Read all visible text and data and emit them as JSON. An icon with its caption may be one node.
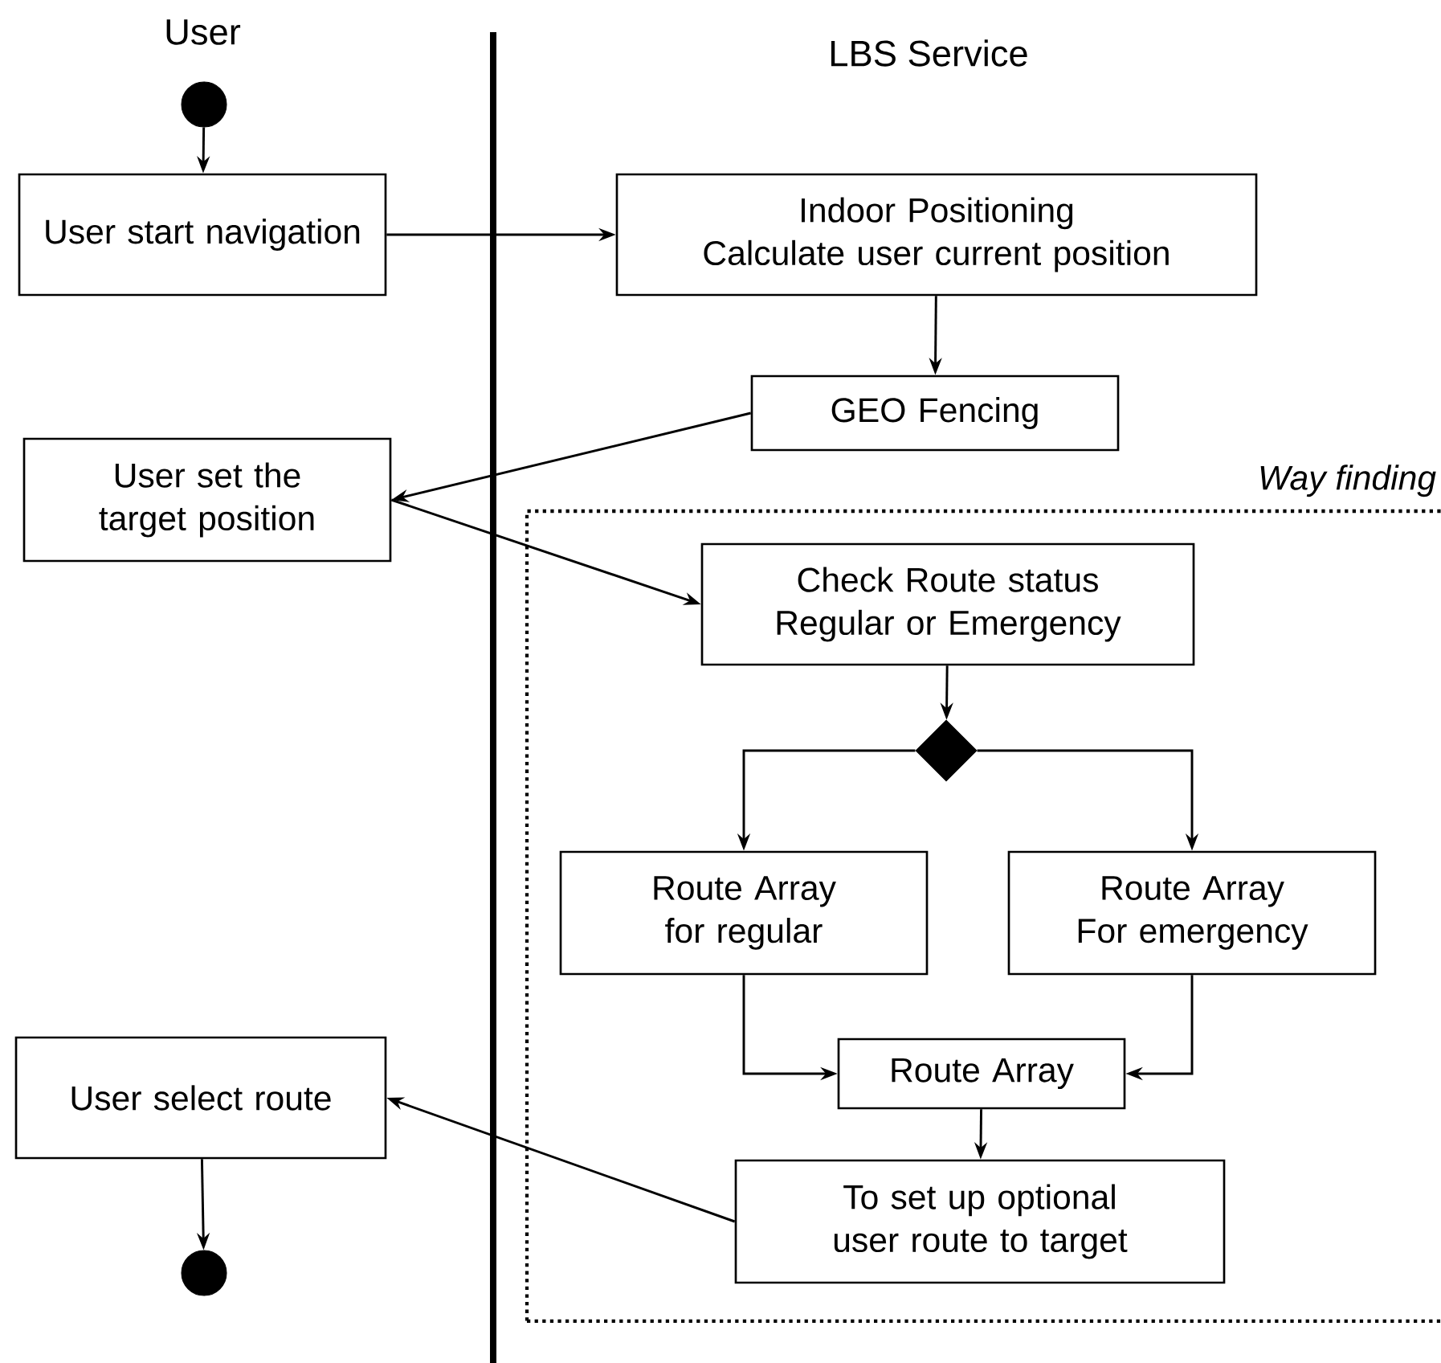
{
  "diagram": {
    "nodes": [
      {
        "text": [],
        "shape": "circle"
      },
      {
        "text": [
          "User start navigation"
        ]
      },
      {
        "text": [
          "Indoor Positioning",
          "Calculate user current position"
        ]
      },
      {
        "text": [
          "GEO Fencing"
        ]
      },
      {
        "text": [
          "User set the target position"
        ]
      },
      {
        "text": [
          "Way finding"
        ]
      },
      {
        "text": [
          "Check Route status",
          "Regular or Emergency"
        ],
        "in": 5
      },
      {
        "text": [],
        "shape": "diamond",
        "in": 5
      },
      {
        "text": [
          "Route Array for regular"
        ],
        "in": 5
      },
      {
        "text": [
          "Route Array For emergency"
        ],
        "in": 5
      },
      {
        "text": [
          "Route Array"
        ],
        "in": 5
      },
      {
        "text": [
          "To set up optional user route to target"
        ],
        "in": 5
      },
      {
        "text": [
          "User select route"
        ]
      },
      {
        "text": [],
        "shape": "circle"
      }
    ],
    "edges": [
      {
        "from": 0,
        "to": 1,
        "arrow": "to"
      },
      {
        "from": 1,
        "to": 2,
        "arrow": "to"
      },
      {
        "from": 2,
        "to": 3,
        "arrow": "to"
      },
      {
        "from": 3,
        "to": 4,
        "arrow": "to"
      },
      {
        "from": 4,
        "to": 6,
        "arrow": "to"
      },
      {
        "from": 6,
        "to": 7,
        "arrow": "to"
      },
      {
        "from": 7,
        "to": 8,
        "arrow": "to"
      },
      {
        "from": 7,
        "to": 9,
        "arrow": "to"
      },
      {
        "from": 8,
        "to": 10,
        "arrow": "to"
      },
      {
        "from": 9,
        "to": 10,
        "arrow": "to"
      },
      {
        "from": 10,
        "to": 11,
        "arrow": "to"
      },
      {
        "from": 11,
        "to": 12,
        "arrow": "to"
      },
      {
        "from": 12,
        "to": 13,
        "arrow": "to"
      }
    ],
    "labels": [
      "User",
      "LBS Service"
    ]
  }
}
